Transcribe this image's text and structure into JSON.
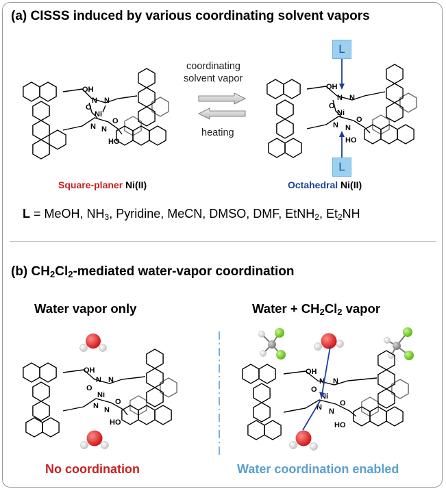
{
  "panel_a": {
    "title": "(a) CISSS induced by various coordinating solvent vapors",
    "arrow_top_line1": "coordinating",
    "arrow_top_line2": "solvent vapor",
    "arrow_bottom": "heating",
    "left_caption_colored": "Square-planer",
    "left_caption_rest": "Ni(II)",
    "right_caption_colored": "Octahedral",
    "right_caption_rest": "Ni(II)",
    "ligand_box_top": "L",
    "ligand_box_bottom": "L",
    "ligand_symbol": "L",
    "ligand_eq": " = MeOH, NH",
    "ligand_sub_3": "3",
    "ligand_mid": ", Pyridine, MeCN, DMSO, DMF, EtNH",
    "ligand_sub_2a": "2",
    "ligand_end": ", Et",
    "ligand_sub_2b": "2",
    "ligand_final": "NH"
  },
  "panel_b": {
    "title_pre": "(b) CH",
    "title_sub1": "2",
    "title_mid": "Cl",
    "title_sub2": "2",
    "title_post": "-mediated water-vapor coordination",
    "left_heading": "Water vapor only",
    "right_heading_pre": "Water + CH",
    "right_heading_sub1": "2",
    "right_heading_mid": "Cl",
    "right_heading_sub2": "2",
    "right_heading_post": " vapor",
    "left_result": "No coordination",
    "right_result": "Water coordination enabled"
  },
  "atoms": {
    "oh": "OH",
    "ho": "HO",
    "ni": "Ni",
    "n": "N",
    "o": "O"
  },
  "colors": {
    "red": "#c8201f",
    "blue_dark": "#1d3f9a",
    "blue_light": "#5a9fd2",
    "ligand_box": "#9bd0ee",
    "water_oxygen": "#e02626",
    "chlorine": "#7ed321",
    "carbon": "#8c8c8c"
  }
}
